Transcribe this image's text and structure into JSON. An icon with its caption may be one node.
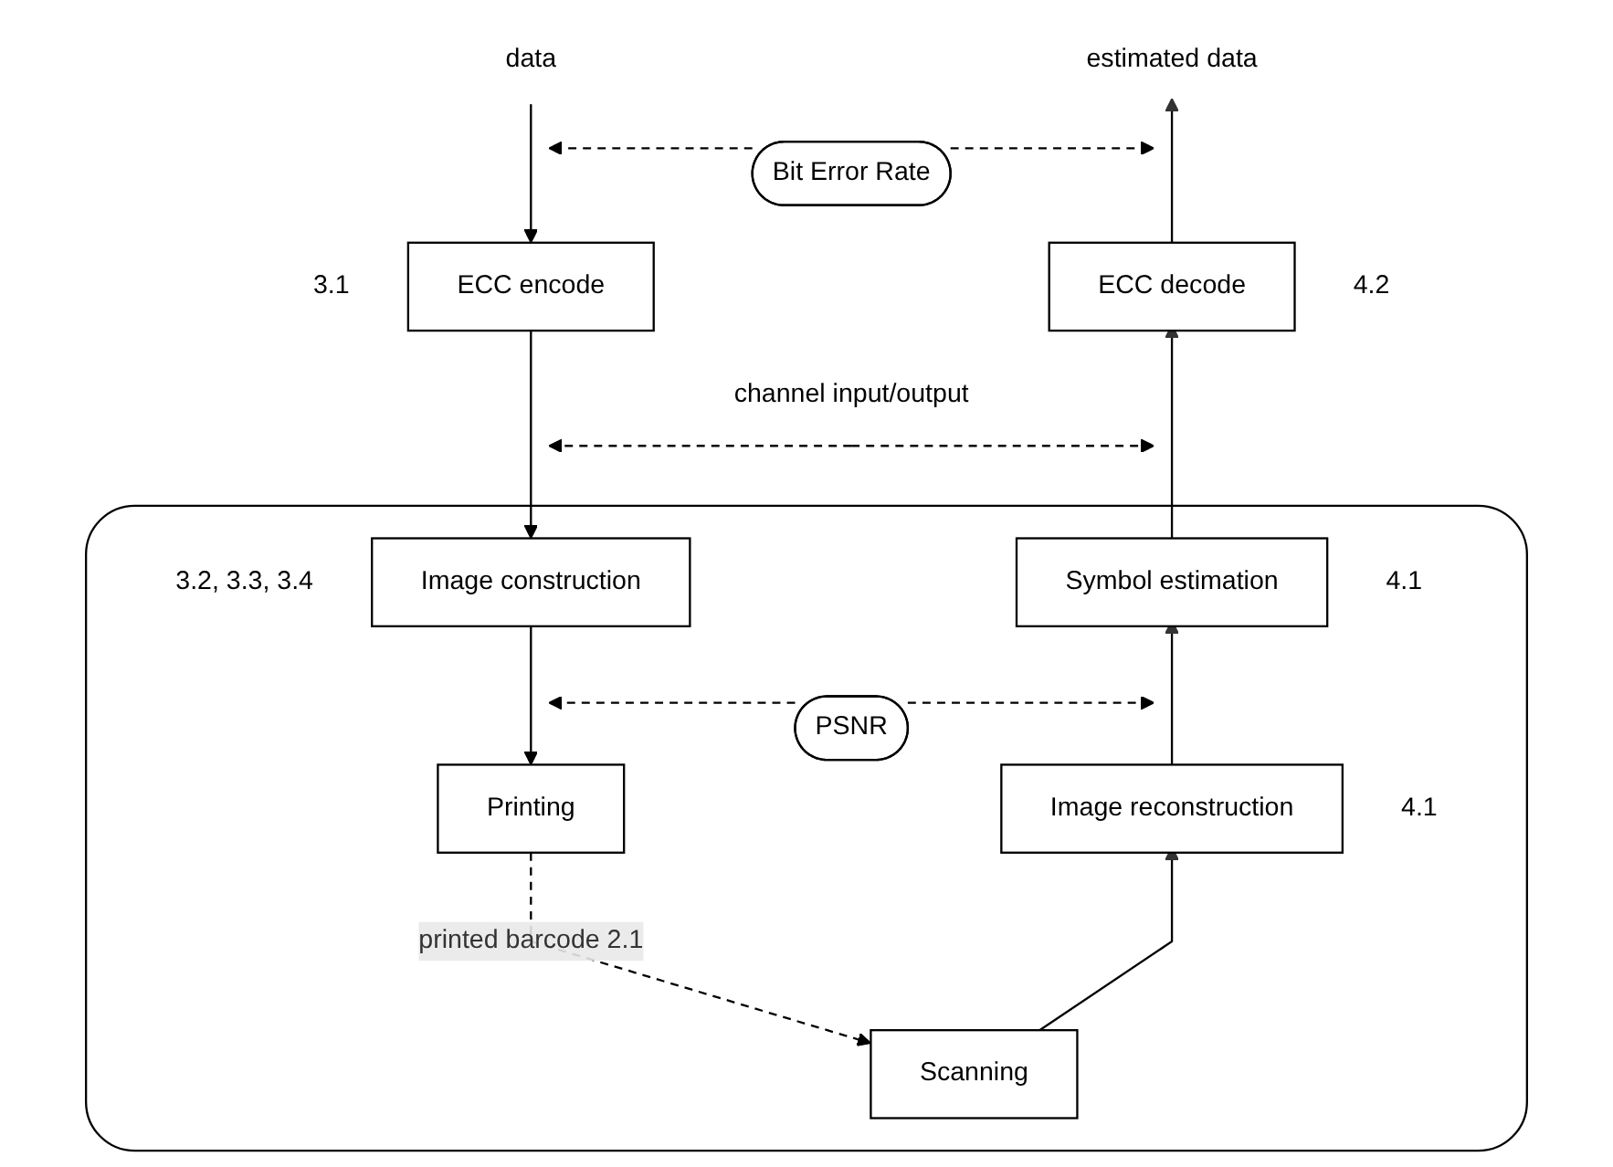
{
  "diagram": {
    "nodes": [
      {
        "text": [
          "data"
        ]
      },
      {
        "text": [
          "estimated data"
        ]
      },
      {
        "text": [
          "Bit Error Rate"
        ]
      },
      {
        "text": [
          "ECC encode"
        ],
        "beside": [
          "3.1"
        ]
      },
      {
        "text": [
          "ECC decode"
        ],
        "beside": [
          "4.2"
        ]
      },
      {
        "text": [
          "channel input/output"
        ]
      },
      {
        "text": [],
        "shape": "box"
      },
      {
        "text": [
          "Image construction"
        ],
        "beside": [
          "3.2, 3.3, 3.4"
        ],
        "in": 6
      },
      {
        "text": [
          "Symbol estimation"
        ],
        "beside": [
          "4.1"
        ],
        "in": 6
      },
      {
        "text": [
          "PSNR"
        ],
        "in": 6
      },
      {
        "text": [
          "Image reconstruction"
        ],
        "beside": [
          "4.1"
        ],
        "in": 6
      },
      {
        "text": [
          "Printing"
        ],
        "in": 6
      },
      {
        "text": [
          "Scanning"
        ],
        "in": 6
      }
    ],
    "edges": [
      {
        "from": 0,
        "to": 3,
        "arrow": "to"
      },
      {
        "from": 2,
        "to": null,
        "arrow": "to",
        "style": "dashed"
      },
      {
        "from": 2,
        "to": null,
        "arrow": "to",
        "style": "dashed"
      },
      {
        "from": 4,
        "to": 1,
        "arrow": "to"
      },
      {
        "from": 5,
        "to": null,
        "arrow": "to",
        "style": "dashed"
      },
      {
        "from": 5,
        "to": null,
        "arrow": "to",
        "style": "dashed"
      },
      {
        "from": 3,
        "to": 7,
        "arrow": "to"
      },
      {
        "from": 8,
        "to": 4,
        "arrow": "to"
      },
      {
        "from": 9,
        "to": null,
        "arrow": "to",
        "style": "dashed"
      },
      {
        "from": 9,
        "to": null,
        "arrow": "to",
        "style": "dashed"
      },
      {
        "from": 7,
        "to": 11,
        "arrow": "to"
      },
      {
        "from": 10,
        "to": 8,
        "arrow": "to"
      },
      {
        "from": 11,
        "to": 12,
        "label": "printed barcode 2.1",
        "arrow": "to",
        "style": "dashed"
      },
      {
        "from": 12,
        "to": 10,
        "arrow": "to"
      }
    ]
  }
}
